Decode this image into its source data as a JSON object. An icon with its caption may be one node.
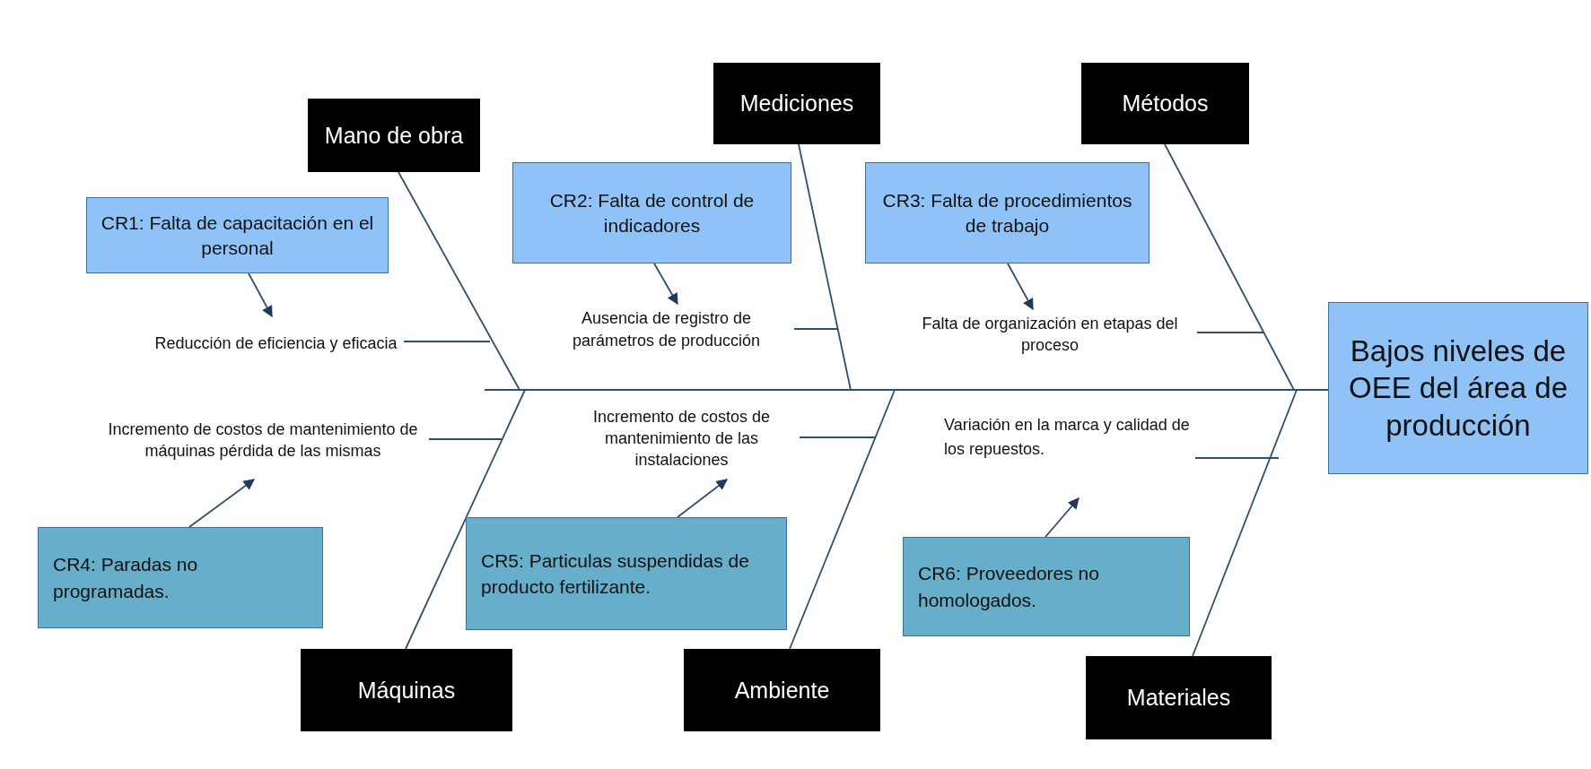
{
  "diagram": {
    "nodes": [
      {
        "text": [
          "Mano de obra"
        ]
      },
      {
        "text": [
          "Mediciones"
        ]
      },
      {
        "text": [
          "Métodos"
        ]
      },
      {
        "text": [
          "Máquinas"
        ]
      },
      {
        "text": [
          "Ambiente"
        ]
      },
      {
        "text": [
          "Materiales"
        ]
      },
      {
        "text": [
          "Bajos niveles de OEE del área de producción"
        ]
      },
      {
        "text": [
          "CR1: Falta de capacitación en el personal"
        ]
      },
      {
        "text": [
          "CR2: Falta de control de indicadores"
        ]
      },
      {
        "text": [
          "CR3: Falta de procedimientos de trabajo"
        ]
      },
      {
        "text": [
          "CR4: Paradas no programadas."
        ]
      },
      {
        "text": [
          "CR5: Particulas suspendidas de producto fertilizante."
        ]
      },
      {
        "text": [
          "CR6: Proveedores no homologados."
        ]
      },
      {
        "text": [
          "Reducción de eficiencia y eficacia"
        ]
      },
      {
        "text": [
          "Ausencia de registro de parámetros de producción"
        ]
      },
      {
        "text": [
          "Falta de organización en etapas del proceso"
        ]
      },
      {
        "text": [
          "Incremento de costos de mantenimiento de máquinas pérdida de las mismas"
        ]
      },
      {
        "text": [
          "Incremento de costos de mantenimiento de las instalaciones"
        ]
      },
      {
        "text": [
          "Variación en la marca y calidad de los repuestos."
        ]
      }
    ],
    "edges": [
      {
        "from": null,
        "to": 6,
        "arrow": "none"
      },
      {
        "from": 0,
        "to": null,
        "arrow": "none"
      },
      {
        "from": 1,
        "to": null,
        "arrow": "none"
      },
      {
        "from": 2,
        "to": null,
        "arrow": "none"
      },
      {
        "from": 3,
        "to": null,
        "arrow": "none"
      },
      {
        "from": 4,
        "to": null,
        "arrow": "none"
      },
      {
        "from": 5,
        "to": null,
        "arrow": "none"
      },
      {
        "from": 13,
        "to": null,
        "arrow": "none"
      },
      {
        "from": 14,
        "to": null,
        "arrow": "none"
      },
      {
        "from": 15,
        "to": null,
        "arrow": "none"
      },
      {
        "from": 16,
        "to": null,
        "arrow": "none"
      },
      {
        "from": 17,
        "to": null,
        "arrow": "none"
      },
      {
        "from": 18,
        "to": null,
        "arrow": "none"
      },
      {
        "from": 7,
        "to": 13,
        "arrow": "to"
      },
      {
        "from": 8,
        "to": 14,
        "arrow": "to"
      },
      {
        "from": 9,
        "to": 15,
        "arrow": "to"
      },
      {
        "from": 10,
        "to": 16,
        "arrow": "to"
      },
      {
        "from": 11,
        "to": 17,
        "arrow": "to"
      },
      {
        "from": 12,
        "to": 18,
        "arrow": "to"
      }
    ]
  }
}
